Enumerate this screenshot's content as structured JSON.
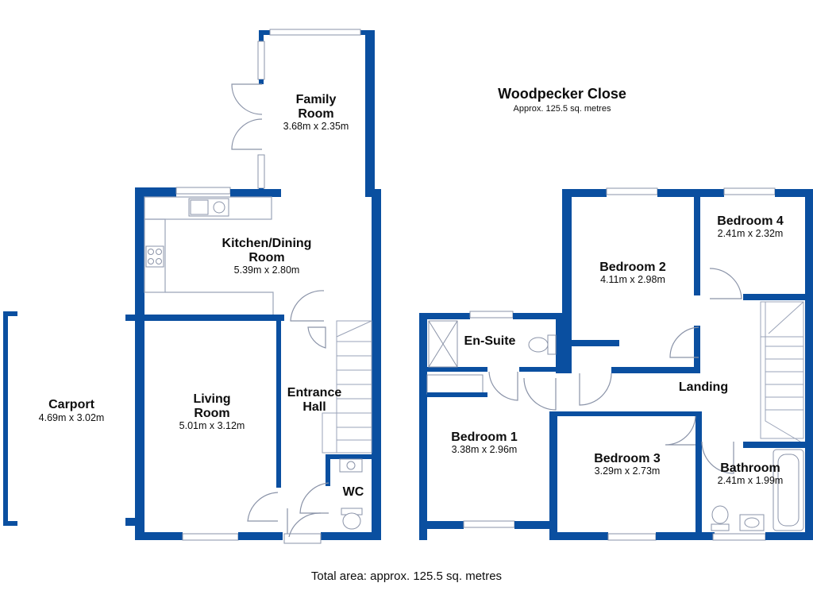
{
  "property": {
    "name": "Woodpecker Close",
    "area_note": "Approx. 125.5 sq. metres",
    "total_area": "Total area: approx. 125.5 sq. metres"
  },
  "colors": {
    "wall": "#0a4fa0",
    "fixture_line": "#8a93a8",
    "text": "#0d0d0d"
  },
  "rooms": {
    "family_room": {
      "name_line1": "Family",
      "name_line2": "Room",
      "dims": "3.68m x 2.35m"
    },
    "kitchen_dining": {
      "name_line1": "Kitchen/Dining",
      "name_line2": "Room",
      "dims": "5.39m x 2.80m"
    },
    "living_room": {
      "name_line1": "Living",
      "name_line2": "Room",
      "dims": "5.01m x 3.12m"
    },
    "entrance_hall": {
      "name_line1": "Entrance",
      "name_line2": "Hall"
    },
    "wc": {
      "name": "WC"
    },
    "carport": {
      "name": "Carport",
      "dims": "4.69m x 3.02m"
    },
    "en_suite": {
      "name": "En-Suite"
    },
    "bedroom_1": {
      "name": "Bedroom 1",
      "dims": "3.38m x 2.96m"
    },
    "bedroom_2": {
      "name": "Bedroom 2",
      "dims": "4.11m x 2.98m"
    },
    "bedroom_3": {
      "name": "Bedroom 3",
      "dims": "3.29m x 2.73m"
    },
    "bedroom_4": {
      "name": "Bedroom 4",
      "dims": "2.41m x 2.32m"
    },
    "landing": {
      "name": "Landing"
    },
    "bathroom": {
      "name": "Bathroom",
      "dims": "2.41m x 1.99m"
    }
  }
}
